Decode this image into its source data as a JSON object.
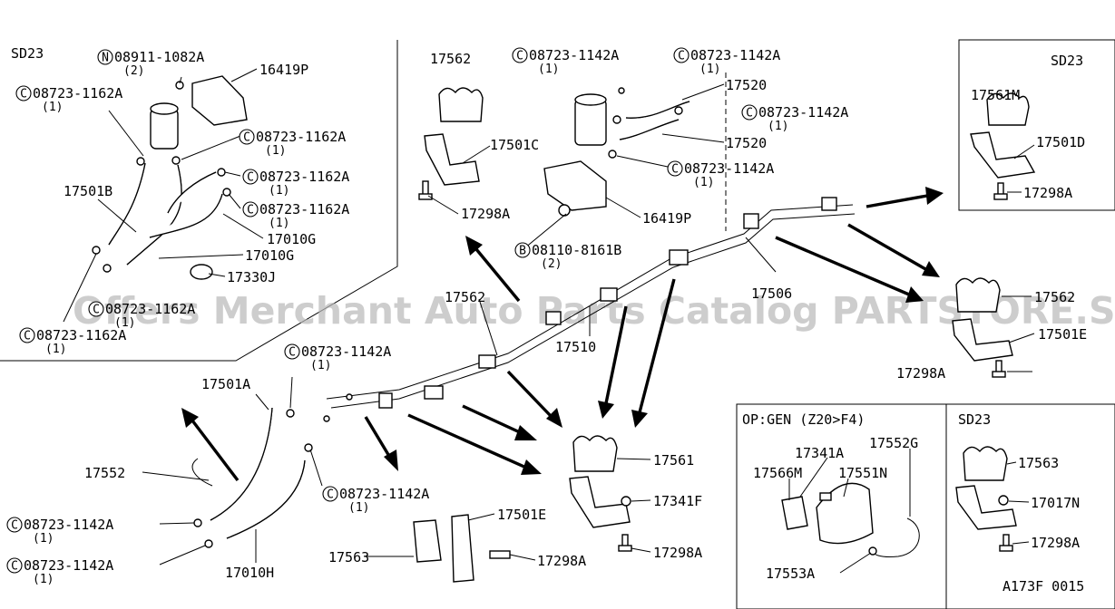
{
  "diagram_code": "A173F 0015",
  "watermark": "Offers Merchant Auto Parts Catalog PARTSTORE.SA",
  "sections": {
    "sd23_top_left": "SD23",
    "sd23_top_right": "SD23",
    "option_box": "OP:GEN (Z20>F4)",
    "sd23_bottom_right": "SD23"
  },
  "callouts": [
    {
      "id": "c01",
      "mark": "N",
      "label": "08911-1082A",
      "qty": "(2)"
    },
    {
      "id": "c02",
      "mark": "",
      "label": "16419P",
      "qty": ""
    },
    {
      "id": "c03",
      "mark": "C",
      "label": "08723-1162A",
      "qty": "(1)"
    },
    {
      "id": "c04",
      "mark": "C",
      "label": "08723-1162A",
      "qty": "(1)"
    },
    {
      "id": "c05",
      "mark": "C",
      "label": "08723-1162A",
      "qty": "(1)"
    },
    {
      "id": "c06",
      "mark": "C",
      "label": "08723-1162A",
      "qty": "(1)"
    },
    {
      "id": "c07",
      "mark": "",
      "label": "17501B",
      "qty": ""
    },
    {
      "id": "c08",
      "mark": "",
      "label": "17010G",
      "qty": ""
    },
    {
      "id": "c09",
      "mark": "",
      "label": "17010G",
      "qty": ""
    },
    {
      "id": "c10",
      "mark": "",
      "label": "17330J",
      "qty": ""
    },
    {
      "id": "c11",
      "mark": "C",
      "label": "08723-1162A",
      "qty": "(1)"
    },
    {
      "id": "c12",
      "mark": "C",
      "label": "08723-1162A",
      "qty": "(1)"
    },
    {
      "id": "c13",
      "mark": "",
      "label": "17562",
      "qty": ""
    },
    {
      "id": "c14",
      "mark": "",
      "label": "17501C",
      "qty": ""
    },
    {
      "id": "c15",
      "mark": "",
      "label": "17298A",
      "qty": ""
    },
    {
      "id": "c16",
      "mark": "C",
      "label": "08723-1142A",
      "qty": "(1)"
    },
    {
      "id": "c17",
      "mark": "C",
      "label": "08723-1142A",
      "qty": "(1)"
    },
    {
      "id": "c18",
      "mark": "",
      "label": "17520",
      "qty": ""
    },
    {
      "id": "c19",
      "mark": "C",
      "label": "08723-1142A",
      "qty": "(1)"
    },
    {
      "id": "c20",
      "mark": "",
      "label": "17520",
      "qty": ""
    },
    {
      "id": "c21",
      "mark": "C",
      "label": "08723-1142A",
      "qty": "(1)"
    },
    {
      "id": "c22",
      "mark": "",
      "label": "16419P",
      "qty": ""
    },
    {
      "id": "c23",
      "mark": "B",
      "label": "08110-8161B",
      "qty": "(2)"
    },
    {
      "id": "c24",
      "mark": "",
      "label": "17561M",
      "qty": ""
    },
    {
      "id": "c25",
      "mark": "",
      "label": "17501D",
      "qty": ""
    },
    {
      "id": "c26",
      "mark": "",
      "label": "17298A",
      "qty": ""
    },
    {
      "id": "c27",
      "mark": "",
      "label": "17562",
      "qty": ""
    },
    {
      "id": "c28",
      "mark": "",
      "label": "17506",
      "qty": ""
    },
    {
      "id": "c29",
      "mark": "",
      "label": "17510",
      "qty": ""
    },
    {
      "id": "c30",
      "mark": "",
      "label": "17562",
      "qty": ""
    },
    {
      "id": "c31",
      "mark": "",
      "label": "17501E",
      "qty": ""
    },
    {
      "id": "c32",
      "mark": "",
      "label": "17298A",
      "qty": ""
    },
    {
      "id": "c33",
      "mark": "C",
      "label": "08723-1142A",
      "qty": "(1)"
    },
    {
      "id": "c34",
      "mark": "",
      "label": "17501A",
      "qty": ""
    },
    {
      "id": "c35",
      "mark": "",
      "label": "17561",
      "qty": ""
    },
    {
      "id": "c36",
      "mark": "",
      "label": "17552",
      "qty": ""
    },
    {
      "id": "c37",
      "mark": "C",
      "label": "08723-1142A",
      "qty": "(1)"
    },
    {
      "id": "c38",
      "mark": "",
      "label": "17341F",
      "qty": ""
    },
    {
      "id": "c39",
      "mark": "C",
      "label": "08723-1142A",
      "qty": "(1)"
    },
    {
      "id": "c40",
      "mark": "C",
      "label": "08723-1142A",
      "qty": "(1)"
    },
    {
      "id": "c41",
      "mark": "",
      "label": "17010H",
      "qty": ""
    },
    {
      "id": "c42",
      "mark": "",
      "label": "17501E",
      "qty": ""
    },
    {
      "id": "c43",
      "mark": "",
      "label": "17563",
      "qty": ""
    },
    {
      "id": "c44",
      "mark": "",
      "label": "17298A",
      "qty": ""
    },
    {
      "id": "c45",
      "mark": "",
      "label": "17298A",
      "qty": ""
    },
    {
      "id": "c46",
      "mark": "",
      "label": "17341A",
      "qty": ""
    },
    {
      "id": "c47",
      "mark": "",
      "label": "17552G",
      "qty": ""
    },
    {
      "id": "c48",
      "mark": "",
      "label": "17566M",
      "qty": ""
    },
    {
      "id": "c49",
      "mark": "",
      "label": "17551N",
      "qty": ""
    },
    {
      "id": "c50",
      "mark": "",
      "label": "17553A",
      "qty": ""
    },
    {
      "id": "c51",
      "mark": "",
      "label": "17563",
      "qty": ""
    },
    {
      "id": "c52",
      "mark": "",
      "label": "17017N",
      "qty": ""
    },
    {
      "id": "c53",
      "mark": "",
      "label": "17298A",
      "qty": ""
    }
  ]
}
